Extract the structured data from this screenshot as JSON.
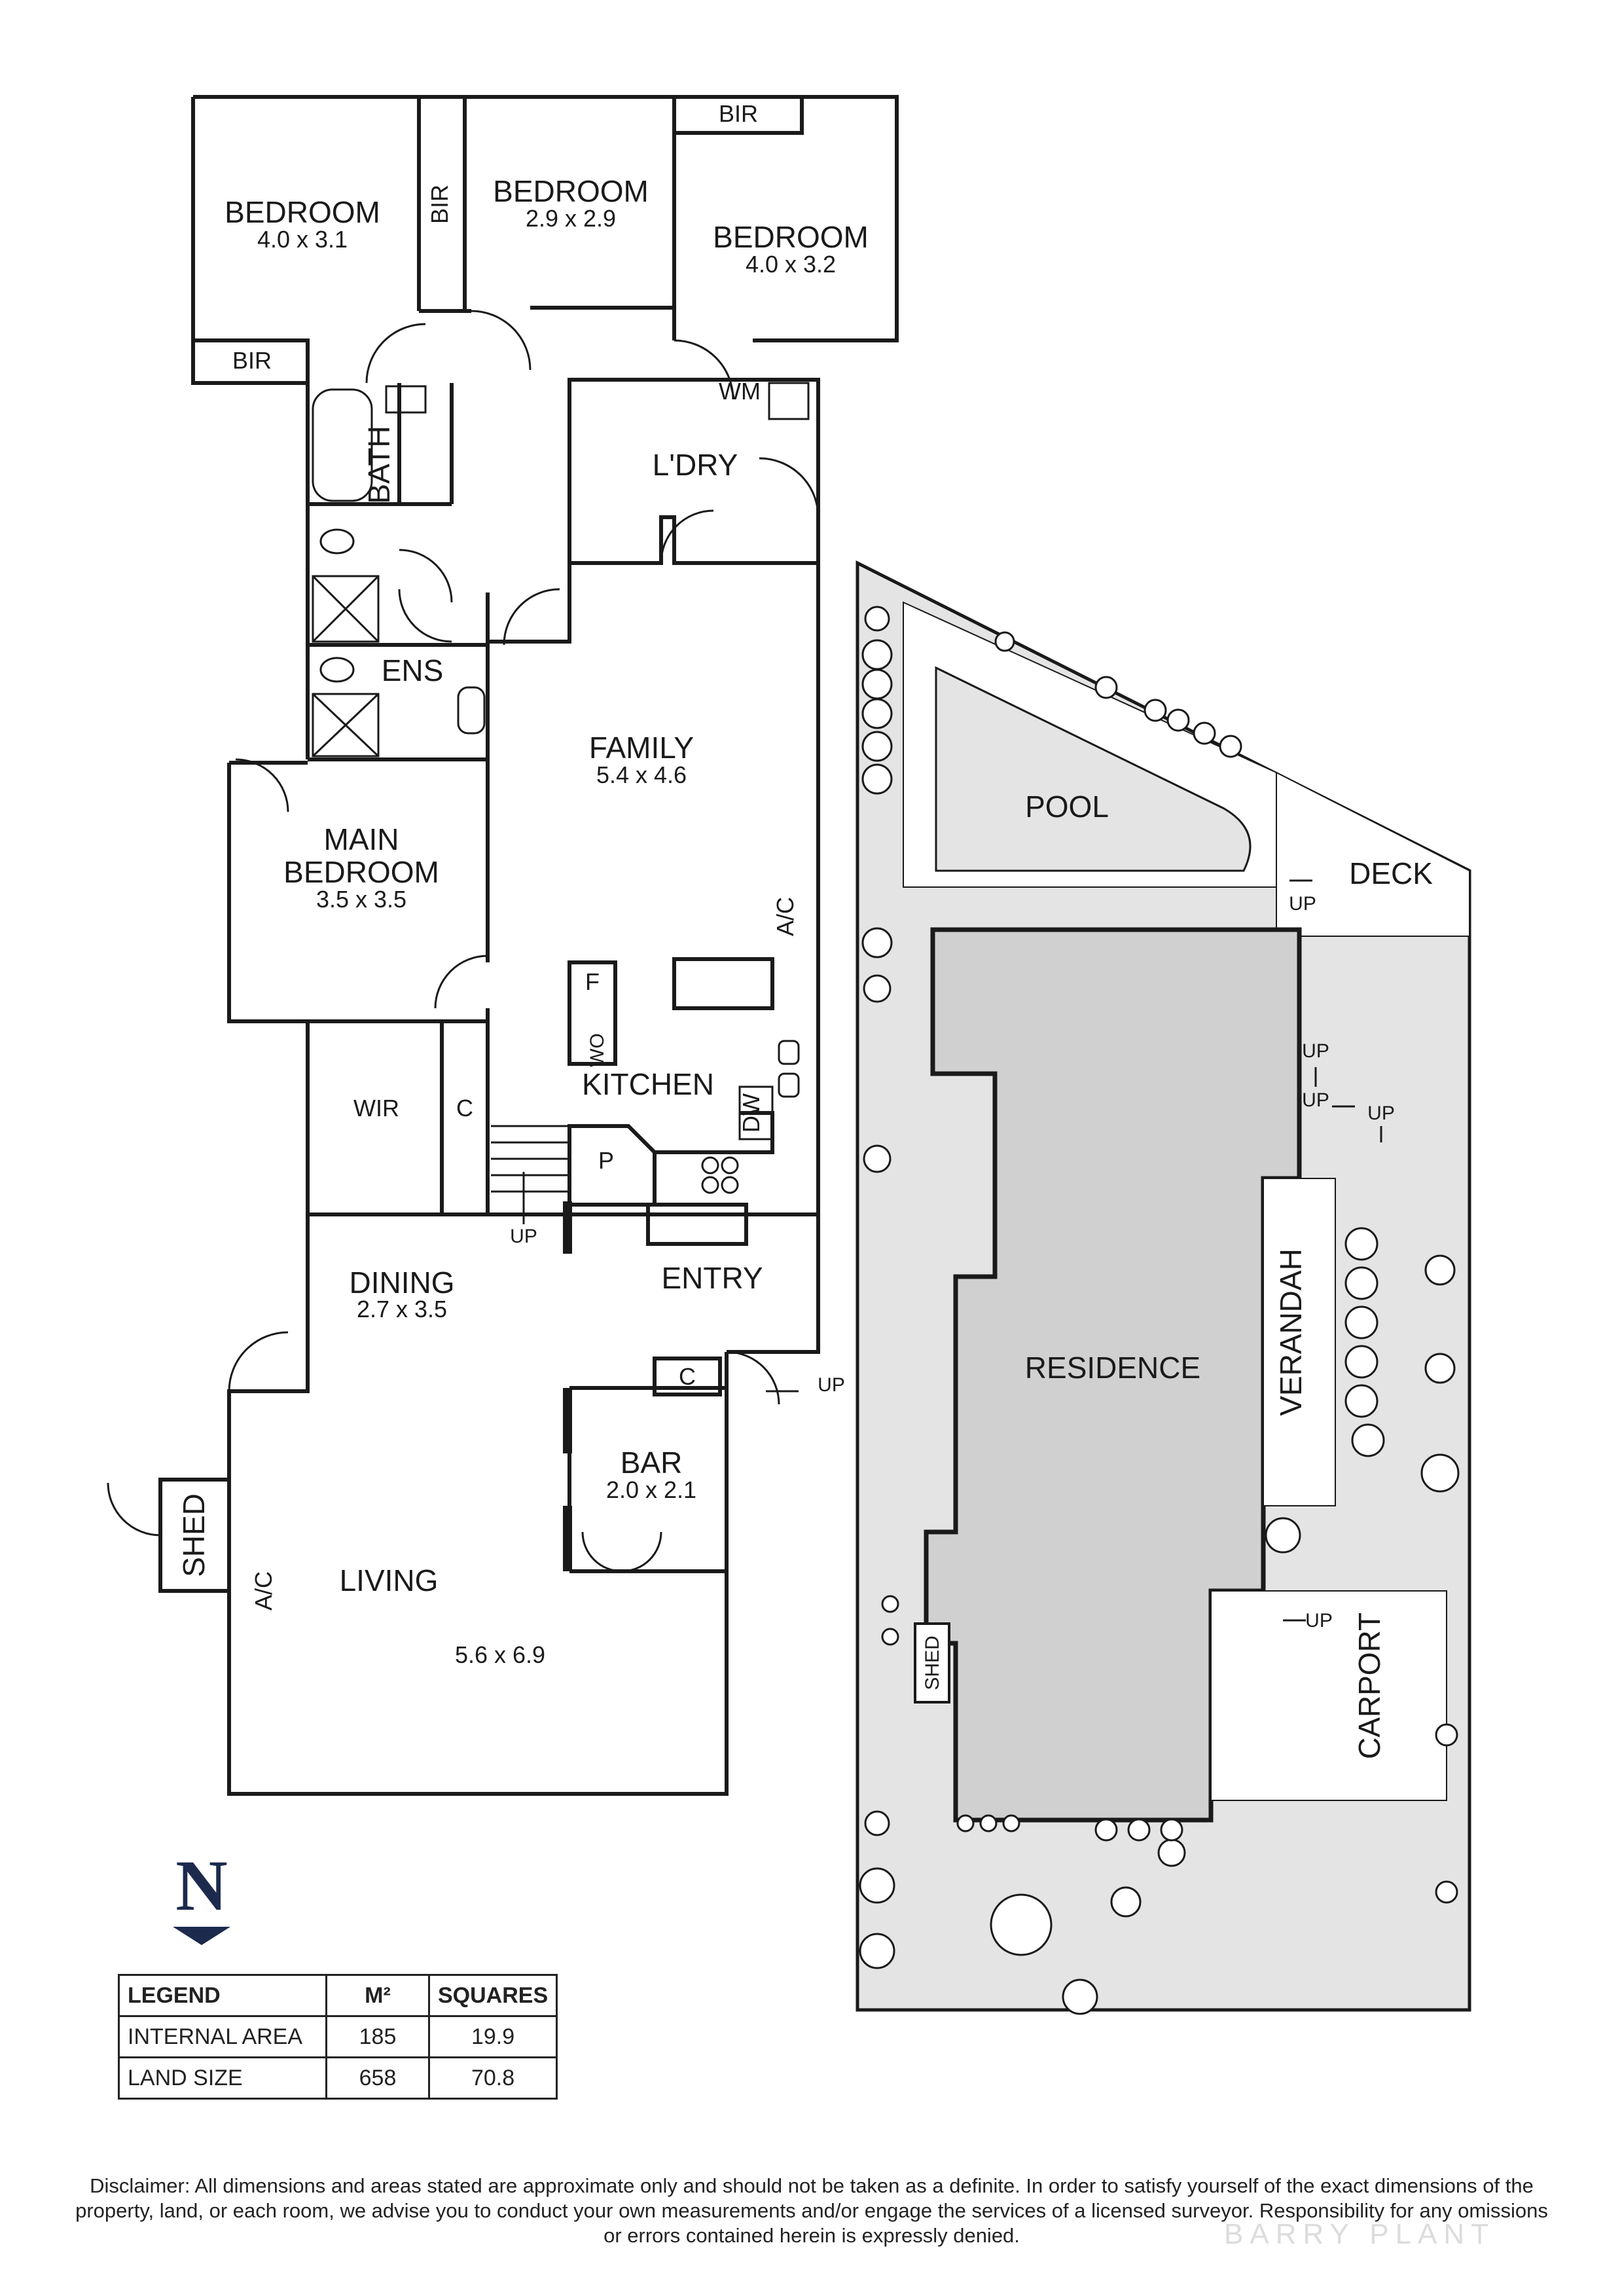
{
  "rooms": {
    "bedroom1": {
      "name": "BEDROOM",
      "dim": "4.0 x 3.1"
    },
    "bedroom2": {
      "name": "BEDROOM",
      "dim": "2.9 x 2.9"
    },
    "bedroom3": {
      "name": "BEDROOM",
      "dim": "4.0 x 3.2"
    },
    "main_bedroom": {
      "name1": "MAIN",
      "name2": "BEDROOM",
      "dim": "3.5 x 3.5"
    },
    "family": {
      "name": "FAMILY",
      "dim": "5.4 x 4.6"
    },
    "kitchen": {
      "name": "KITCHEN"
    },
    "dining": {
      "name": "DINING",
      "dim": "2.7 x 3.5"
    },
    "entry": {
      "name": "ENTRY"
    },
    "bar": {
      "name": "BAR",
      "dim": "2.0 x 2.1"
    },
    "living": {
      "name": "LIVING",
      "dim": "5.6 x 6.9"
    },
    "laundry": {
      "name": "L'DRY"
    },
    "ensuite": {
      "name": "ENS"
    },
    "bath": {
      "name": "BATH"
    },
    "wir": {
      "name": "WIR"
    },
    "shed": {
      "name": "SHED"
    }
  },
  "labels": {
    "bir": "BIR",
    "wm": "WM",
    "ac": "A/C",
    "fridge": "F",
    "wall_oven": "WO",
    "dishwasher": "DW",
    "pantry": "P",
    "cupboard": "C",
    "up": "UP"
  },
  "site": {
    "pool": "POOL",
    "deck": "DECK",
    "residence": "RESIDENCE",
    "verandah": "VERANDAH",
    "carport": "CARPORT",
    "shed": "SHED",
    "up": "UP"
  },
  "compass": {
    "letter": "N"
  },
  "legend": {
    "headers": [
      "LEGEND",
      "M²",
      "SQUARES"
    ],
    "rows": [
      {
        "label": "INTERNAL AREA",
        "m2": "185",
        "squares": "19.9"
      },
      {
        "label": "LAND SIZE",
        "m2": "658",
        "squares": "70.8"
      }
    ]
  },
  "disclaimer": "Disclaimer: All dimensions and areas stated are approximate only and should not be taken as a definite. In order to satisfy yourself of the exact dimensions of the property, land, or each room, we advise you to conduct your own measurements and/or engage the services of a licensed surveyor. Responsibility for any omissions or errors contained herein is expressly denied.",
  "watermark": "BARRY PLANT",
  "colors": {
    "wall": "#1a1a1a",
    "site_fill": "#e4e4e4",
    "residence_fill": "#d0d0d0",
    "compass": "#1c2a4e"
  }
}
